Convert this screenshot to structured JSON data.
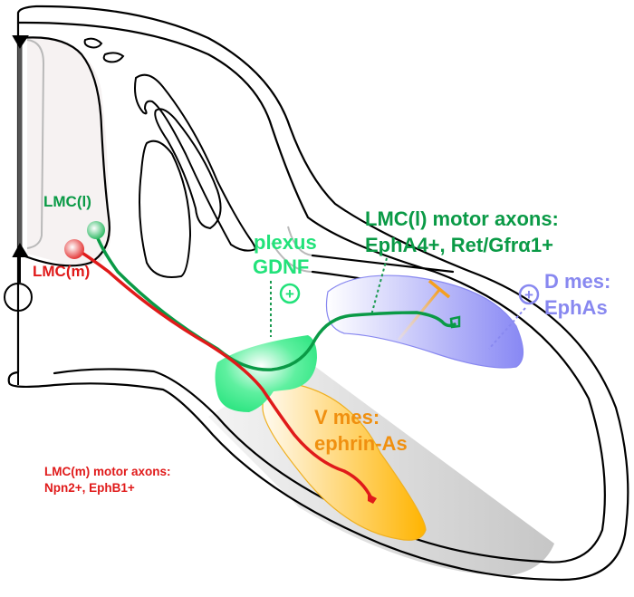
{
  "figure": {
    "type": "schematic diagram of limb motor axon guidance in spinal cord / limb cross-section"
  },
  "colors": {
    "lmc_lateral": "#0a9a46",
    "lmc_medial": "#e01a1a",
    "plexus": "#22e27a",
    "dorsal_mesenchyme": "#8c8cf5",
    "ventral_mesenchyme": "#f0a010",
    "outline": "#000000"
  },
  "labels": {
    "lmc_l": "LMC(l)",
    "lmc_m": "LMC(m)",
    "plexus_line1": "plexus",
    "plexus_line2": "GDNF",
    "lmc_l_axons_line1": "LMC(l) motor axons:",
    "lmc_l_axons_line2": "EphA4+, Ret/Gfrα1+",
    "d_mes_line1": "D mes:",
    "d_mes_line2": "EphAs",
    "v_mes_line1": "V mes:",
    "v_mes_line2": "ephrin-As",
    "lmc_m_axons_line1": "LMC(m) motor axons:",
    "lmc_m_axons_line2": "Npn2+, EphB1+"
  },
  "symbols": {
    "attraction_plexus": "+",
    "attraction_dmes": "+",
    "repulsion": "inhibition (T-bar)"
  }
}
